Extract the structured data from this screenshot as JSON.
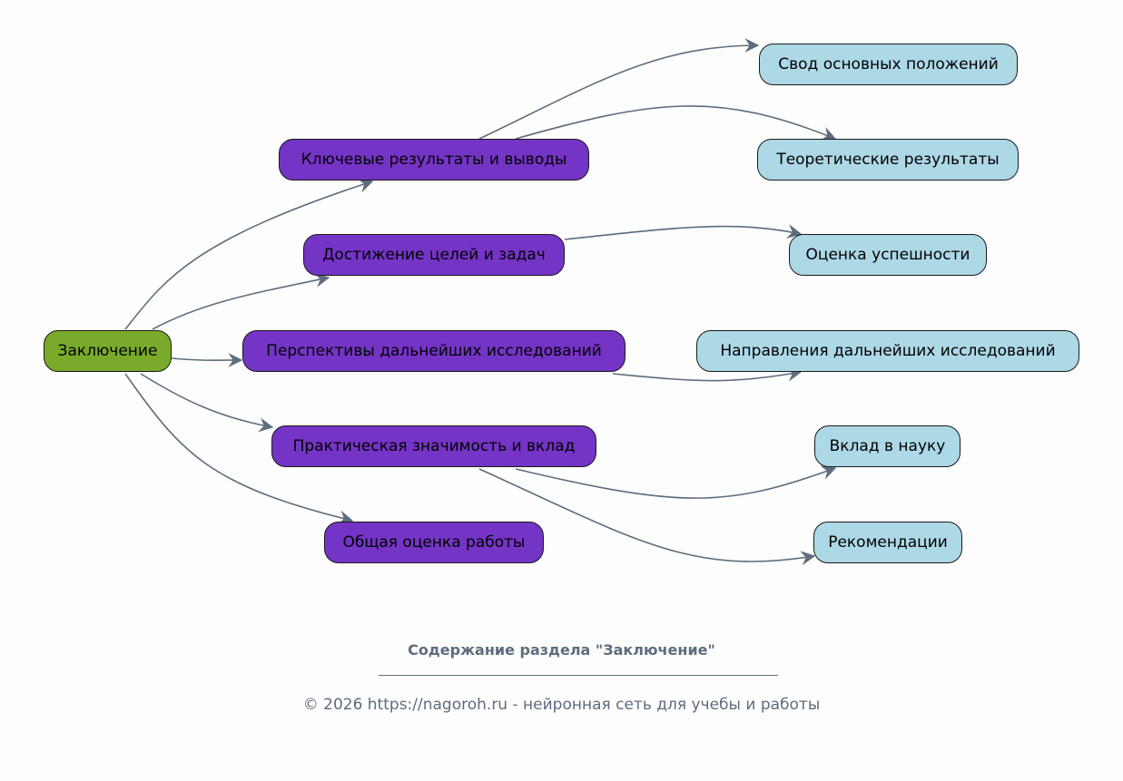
{
  "diagram": {
    "root": {
      "label": "Заключение",
      "color": "#7aaa2c"
    },
    "branches": [
      {
        "label": "Ключевые результаты и выводы",
        "children": [
          "Свод основных положений",
          "Теоретические результаты"
        ]
      },
      {
        "label": "Достижение целей и задач",
        "children": [
          "Оценка успешности"
        ]
      },
      {
        "label": "Перспективы дальнейших исследований",
        "children": [
          "Направления дальнейших исследований"
        ]
      },
      {
        "label": "Практическая значимость и вклад",
        "children": [
          "Вклад в науку",
          "Рекомендации"
        ]
      },
      {
        "label": "Общая оценка работы",
        "children": []
      }
    ],
    "branch_color": "#7434c5",
    "leaf_color": "#add8e6",
    "edge_color": "#5d6d7e"
  },
  "caption": {
    "title": "Содержание раздела \"Заключение\"",
    "footer": "© 2026 https://nagoroh.ru - нейронная сеть для учебы и работы"
  }
}
